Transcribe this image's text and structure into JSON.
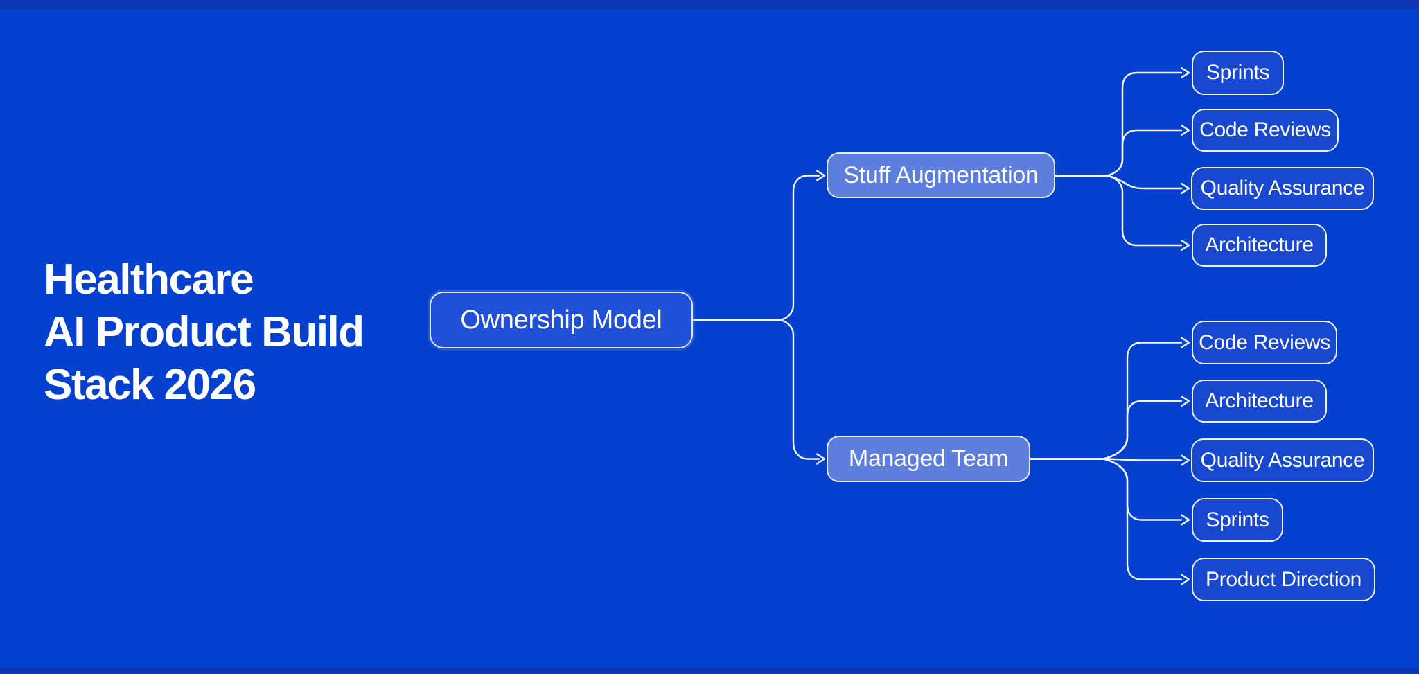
{
  "title": {
    "lines": [
      "Healthcare",
      "AI Product Build",
      "Stack 2026"
    ]
  },
  "mindmap": {
    "root": {
      "label": "Ownership Model"
    },
    "branches": [
      {
        "label": "Stuff Augmentation",
        "children": [
          {
            "label": "Sprints"
          },
          {
            "label": "Code Reviews"
          },
          {
            "label": "Quality Assurance"
          },
          {
            "label": "Architecture"
          }
        ]
      },
      {
        "label": "Managed Team",
        "children": [
          {
            "label": "Code Reviews"
          },
          {
            "label": "Architecture"
          },
          {
            "label": "Quality Assurance"
          },
          {
            "label": "Sprints"
          },
          {
            "label": "Product Direction"
          }
        ]
      }
    ]
  },
  "icons": {
    "arrowhead": "chevron-right-arrowhead"
  },
  "colors": {
    "background": "#0540cf",
    "edge_strip": "#0c36b6",
    "root_node_fill": "#2050d5",
    "branch_node_fill": "#5d7edd",
    "child_node_fill": "#1847d0",
    "node_border": "#eef3ff",
    "connector": "#f5f8ff",
    "text": "#ffffff"
  }
}
